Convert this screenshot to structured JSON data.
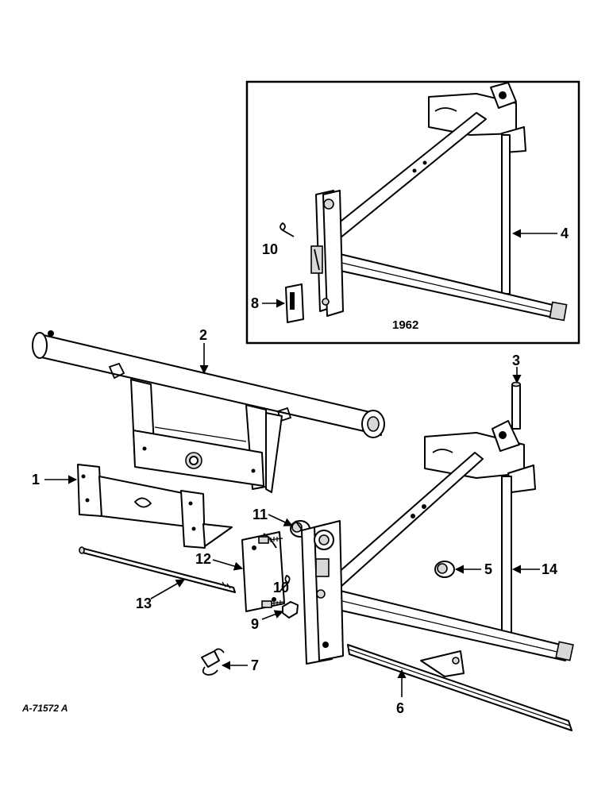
{
  "diagram": {
    "inset_year": "1962",
    "drawing_code": "A-71572 A",
    "callouts": {
      "c1": "1",
      "c2": "2",
      "c3": "3",
      "c4": "4",
      "c5": "5",
      "c6": "6",
      "c7": "7",
      "c8": "8",
      "c9": "9",
      "c10a": "10",
      "c10b": "10",
      "c11": "11",
      "c12": "12",
      "c13": "13",
      "c14": "14"
    }
  }
}
